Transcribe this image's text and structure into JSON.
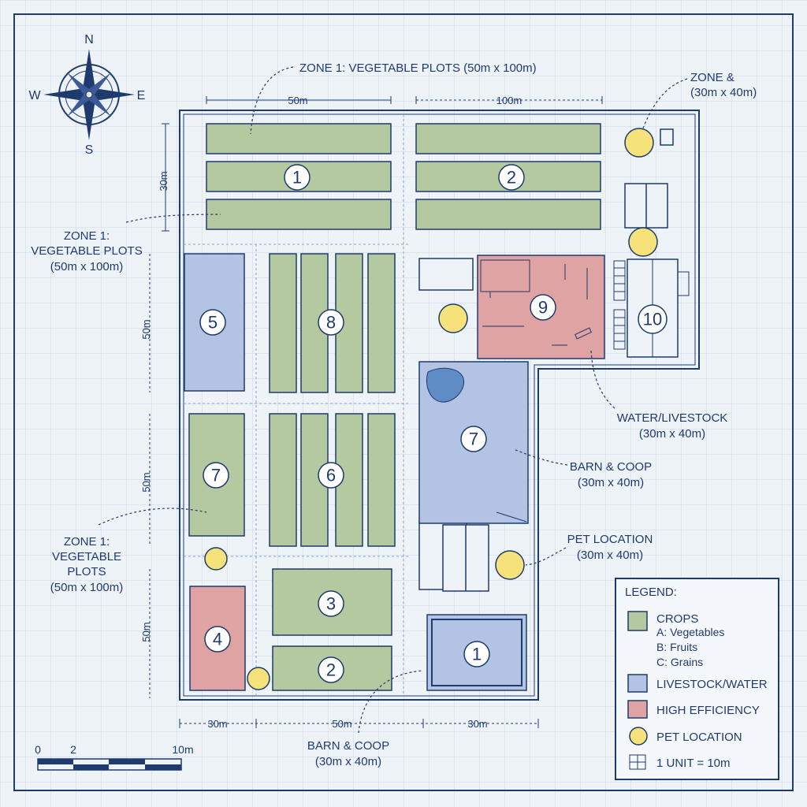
{
  "compass": {
    "n": "N",
    "s": "S",
    "e": "E",
    "w": "W"
  },
  "callouts": {
    "zone1_top": "ZONE 1: VEGETABLE PLOTS (50m x 100m)",
    "zone2_line1": "ZONE &",
    "zone2_line2": "(30m x 40m)",
    "zone1_left_a": "ZONE 1:",
    "zone1_left_b": "VEGETABLE PLOTS",
    "zone1_left_c": "(50m x 100m)",
    "zone1_low_a": "ZONE 1:",
    "zone1_low_b": "VEGETABLE",
    "zone1_low_c": "PLOTS",
    "zone1_low_d": "(50m x 100m)",
    "water_a": "WATER/LIVESTOCK",
    "water_b": "(30m x 40m)",
    "barn_a": "BARN & COOP",
    "barn_b": "(30m x 40m)",
    "pet_a": "PET LOCATION",
    "pet_b": "(30m x 40m)",
    "barn_bottom_a": "BARN & COOP",
    "barn_bottom_b": "(30m x 40m)"
  },
  "dimensions": {
    "top_50": "50m",
    "top_100": "100m",
    "left_30": "30m",
    "left_50a": "50m",
    "left_50b": "50m",
    "left_50c": "50m",
    "bottom_30a": "30m",
    "bottom_50": "50m",
    "bottom_30b": "30m"
  },
  "plots": {
    "p1": "1",
    "p2": "2",
    "p5": "5",
    "p8": "8",
    "p9": "9",
    "p10": "10",
    "p7a": "7",
    "p7b": "7",
    "p6": "6",
    "p3": "3",
    "p4": "4",
    "p2b": "2",
    "p1b": "1"
  },
  "legend": {
    "title": "LEGEND:",
    "crops": "CROPS",
    "crops_a": "A: Vegetables",
    "crops_b": "B: Fruits",
    "crops_c": "C: Grains",
    "livestock": "LIVESTOCK/WATER",
    "high_eff": "HIGH EFFICIENCY",
    "pet": "PET LOCATION",
    "unit": "1 UNIT = 10m"
  },
  "scale": {
    "s0": "0",
    "s2": "2",
    "s10": "10m"
  },
  "colors": {
    "crop": "#b5c9a0",
    "livestock": "#b3c3e3",
    "high": "#e0a3a3",
    "pet": "#f5e27a",
    "ink": "#1f3a6e"
  }
}
